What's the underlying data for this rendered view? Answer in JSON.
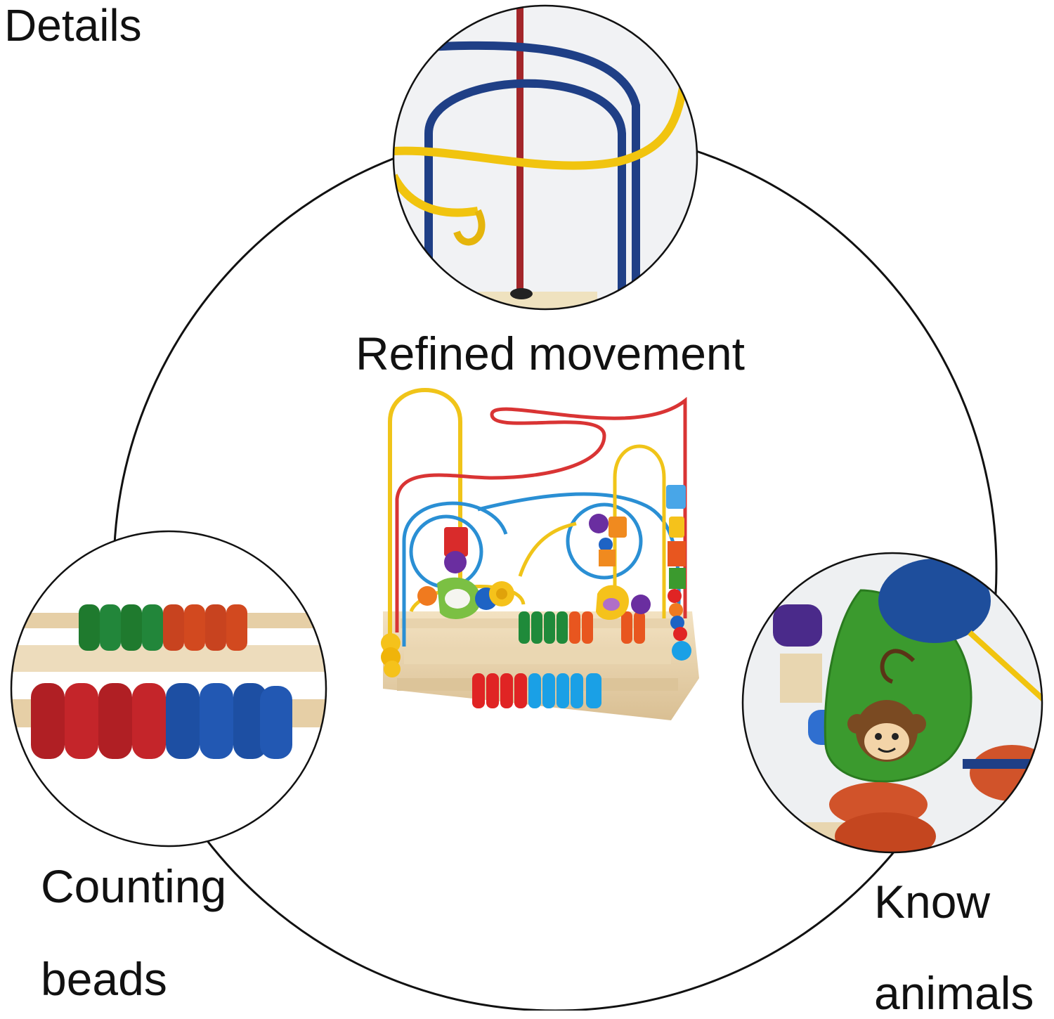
{
  "title": "Details",
  "features": [
    {
      "label": "Refined movement"
    },
    {
      "label_line1": "Counting",
      "label_line2": "beads"
    },
    {
      "label_line1": "Know",
      "label_line2": "animals"
    }
  ]
}
